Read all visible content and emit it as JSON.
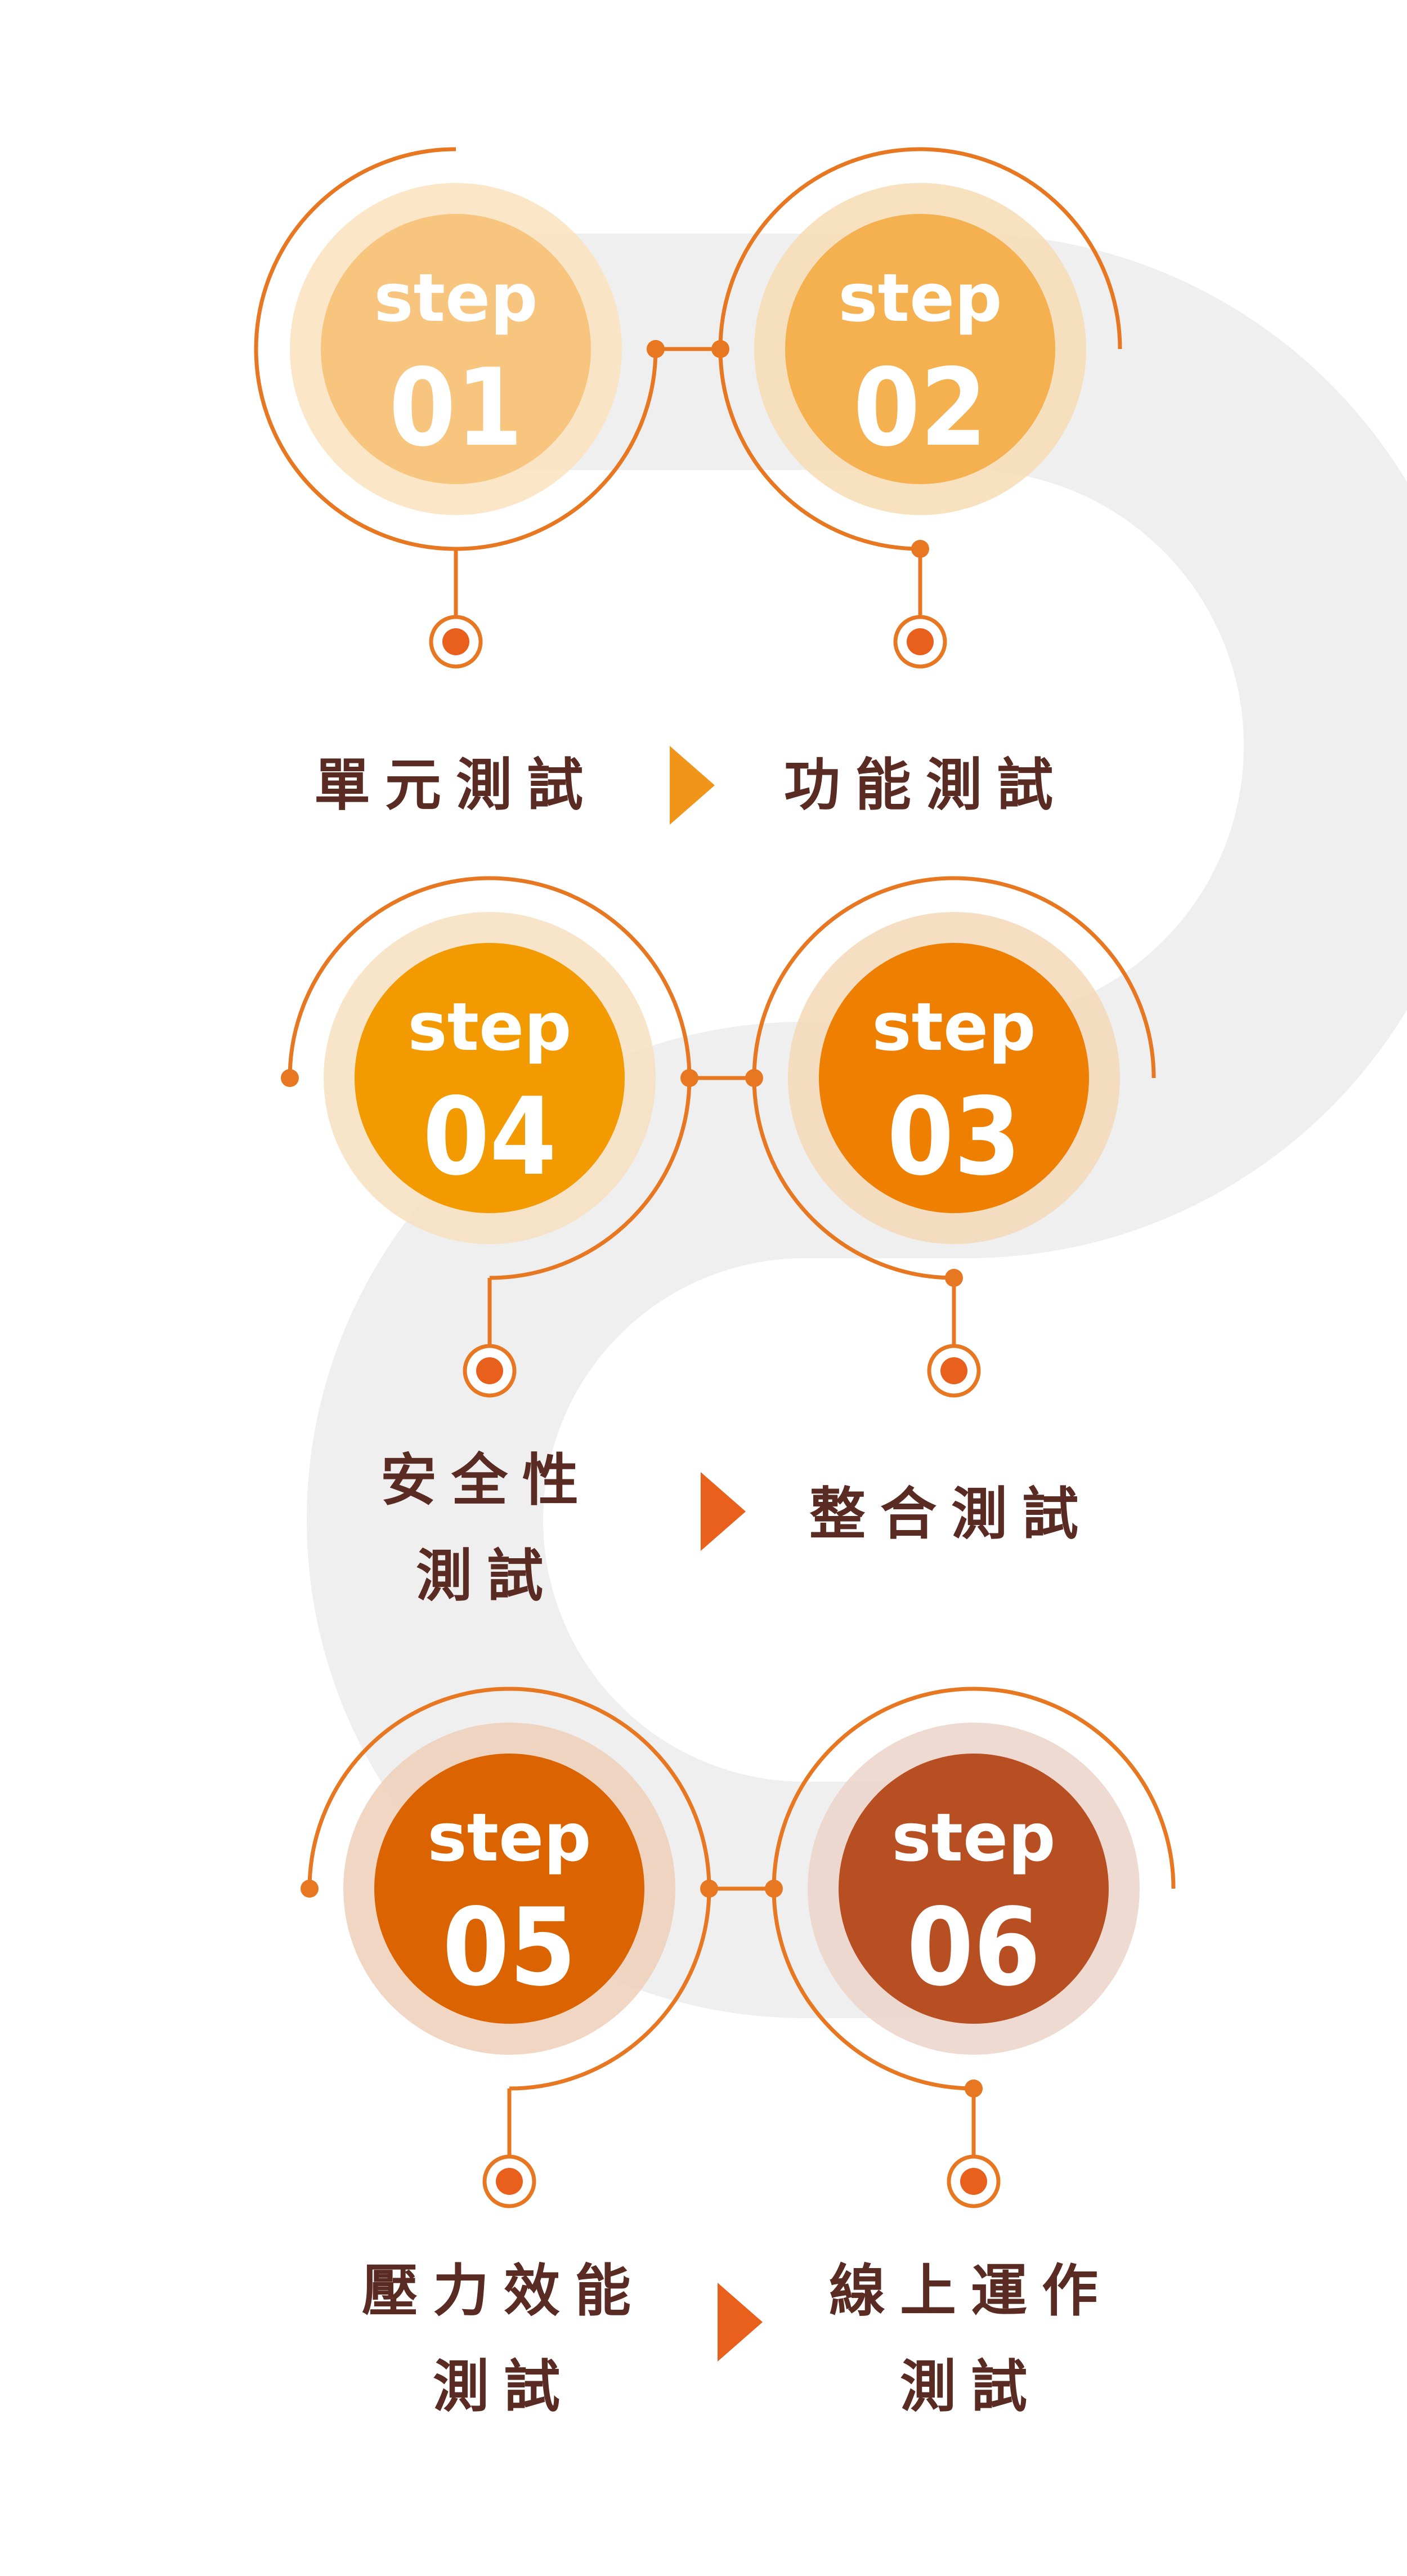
{
  "colors": {
    "line": "#e87722",
    "band": "#efefef",
    "text": "#5a2b22"
  },
  "steps": [
    {
      "word": "step",
      "num": "01",
      "label": "單元測試",
      "color": "#f8c57e",
      "halo": "#fbe2be"
    },
    {
      "word": "step",
      "num": "02",
      "label": "功能測試",
      "color": "#f5b04f",
      "halo": "#f7dcb4"
    },
    {
      "word": "step",
      "num": "03",
      "label": "整合測試",
      "color": "#ee7f00",
      "halo": "#f5d8b8"
    },
    {
      "word": "step",
      "num": "04",
      "label": "安全性\n測試",
      "color": "#f29a00",
      "halo": "#f7e0bf"
    },
    {
      "word": "step",
      "num": "05",
      "label": "壓力效能\n測試",
      "color": "#db6400",
      "halo": "#efcfb8"
    },
    {
      "word": "step",
      "num": "06",
      "label": "線上運作\n測試",
      "color": "#b84f23",
      "halo": "#ecd4c9"
    }
  ],
  "arrow_icon": "play-triangle-icon"
}
